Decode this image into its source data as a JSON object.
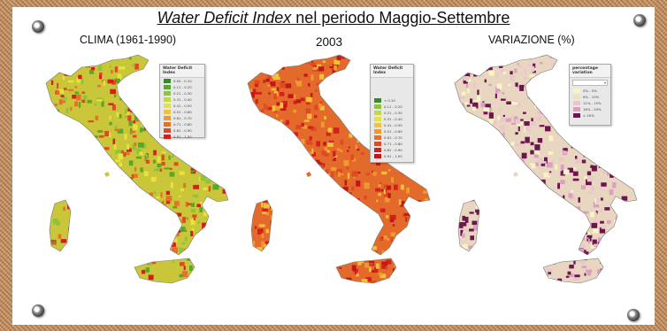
{
  "title": {
    "emph": "Water Deficit Index",
    "rest": " nel periodo Maggio-Settembre"
  },
  "panels": [
    {
      "label": "CLIMA (1961-1990)",
      "legend": {
        "title": "Water Deficit Index",
        "entries": [
          "0.00 - 0.10",
          "0.11 - 0.20",
          "0.21 - 0.30",
          "0.31 - 0.40",
          "0.41 - 0.50",
          "0.51 - 0.60",
          "0.61 - 0.70",
          "0.71 - 0.80",
          "0.81 - 0.90",
          "0.91 - 1.00"
        ],
        "colors": [
          "#2f8f1f",
          "#55a82a",
          "#8fc43a",
          "#c2d83c",
          "#e6e33c",
          "#f2c23a",
          "#ee9a30",
          "#e6702a",
          "#df4a24",
          "#d4201c"
        ]
      }
    },
    {
      "label": "2003",
      "legend": {
        "title": "Water Deficit Index",
        "entries": [
          "< 0.10",
          "0.11 - 0.20",
          "0.21 - 0.30",
          "0.31 - 0.40",
          "0.41 - 0.50",
          "0.51 - 0.60",
          "0.61 - 0.70",
          "0.71 - 0.80",
          "0.81 - 0.90",
          "0.91 - 1.00"
        ],
        "colors": [
          "#2f8f1f",
          "#8fc43a",
          "#c2d83c",
          "#e6e33c",
          "#f2c23a",
          "#ee9a30",
          "#e6702a",
          "#df4a24",
          "#d4201c",
          "#c01818"
        ]
      }
    },
    {
      "label": "VARIAZIONE (%)",
      "legend": {
        "title": "percentage variation",
        "entries": [
          "0% - 5%",
          "6% - 10%",
          "11% - 15%",
          "16% - 20%",
          "> 20%"
        ],
        "colors": [
          "#f8f4c8",
          "#efe3b6",
          "#e8c8c8",
          "#d9a0c0",
          "#6e1450"
        ]
      }
    }
  ],
  "map_fills": {
    "clima": {
      "base": "#c9c63a",
      "spots": [
        "#e6702a",
        "#df4a24",
        "#d4201c",
        "#8fc43a",
        "#55a82a",
        "#e6e33c"
      ]
    },
    "y2003": {
      "base": "#e36a2a",
      "spots": [
        "#d4201c",
        "#ee9a30",
        "#f2c23a",
        "#c01818",
        "#df4a24"
      ]
    },
    "variation": {
      "base": "#e9d6c0",
      "spots": [
        "#6e1450",
        "#6e1450",
        "#d9a0c0",
        "#e8c8c8",
        "#f8f4c8"
      ]
    }
  }
}
